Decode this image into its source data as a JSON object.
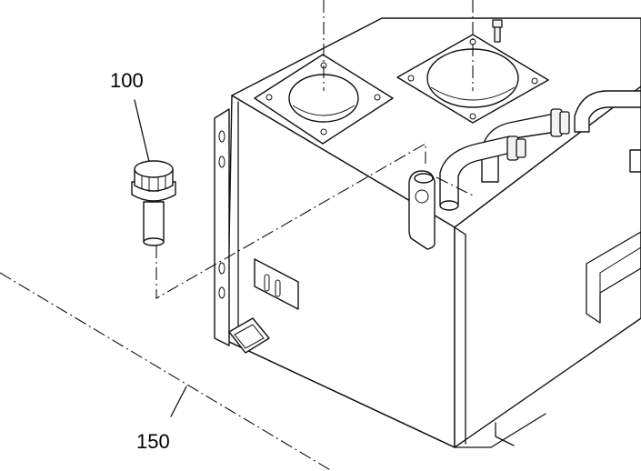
{
  "diagram": {
    "callouts": [
      {
        "id": "cap",
        "label": "100"
      },
      {
        "id": "axis",
        "label": "150"
      }
    ]
  }
}
